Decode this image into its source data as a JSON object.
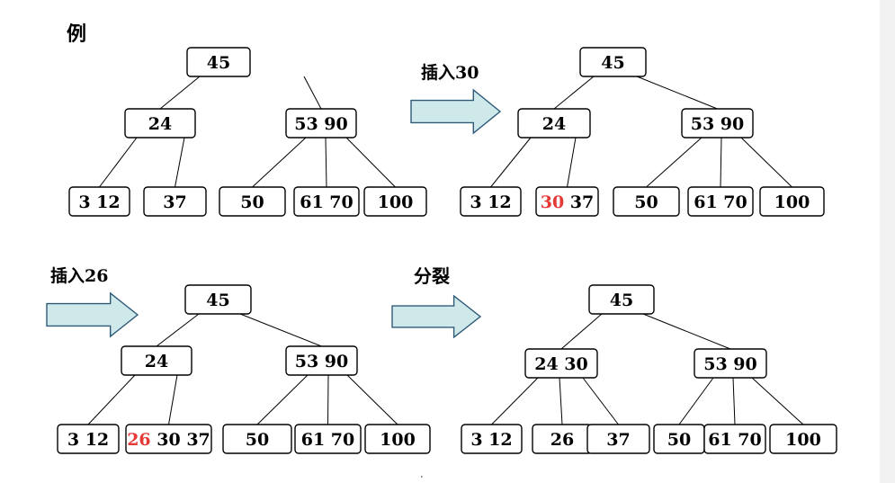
{
  "title": "例",
  "steps": {
    "insert30": "插入30",
    "insert26": "插入26",
    "split": "分裂"
  },
  "colors": {
    "highlight": "#e53935",
    "arrow_fill": "#cfe9ea",
    "arrow_stroke": "#2e5a78"
  },
  "trees": [
    {
      "id": "tree-original",
      "root": [
        "45"
      ],
      "level1": [
        [
          "24"
        ],
        [
          "53",
          "90"
        ]
      ],
      "leaves": [
        [
          "3",
          "12"
        ],
        [
          "37"
        ],
        [
          "50"
        ],
        [
          "61",
          "70"
        ],
        [
          "100"
        ]
      ]
    },
    {
      "id": "tree-insert-30",
      "root": [
        "45"
      ],
      "level1": [
        [
          "24"
        ],
        [
          "53",
          "90"
        ]
      ],
      "leaves": [
        [
          "3",
          "12"
        ],
        [
          "30",
          "37"
        ],
        [
          "50"
        ],
        [
          "61",
          "70"
        ],
        [
          "100"
        ]
      ],
      "highlight": "30"
    },
    {
      "id": "tree-insert-26",
      "root": [
        "45"
      ],
      "level1": [
        [
          "24"
        ],
        [
          "53",
          "90"
        ]
      ],
      "leaves": [
        [
          "3",
          "12"
        ],
        [
          "26",
          "30",
          "37"
        ],
        [
          "50"
        ],
        [
          "61",
          "70"
        ],
        [
          "100"
        ]
      ],
      "highlight": "26"
    },
    {
      "id": "tree-split",
      "root": [
        "45"
      ],
      "level1": [
        [
          "24",
          "30"
        ],
        [
          "53",
          "90"
        ]
      ],
      "leaves": [
        [
          "3",
          "12"
        ],
        [
          "26"
        ],
        [
          "37"
        ],
        [
          "50"
        ],
        [
          "61",
          "70"
        ],
        [
          "100"
        ]
      ]
    }
  ],
  "footer_mark": "."
}
